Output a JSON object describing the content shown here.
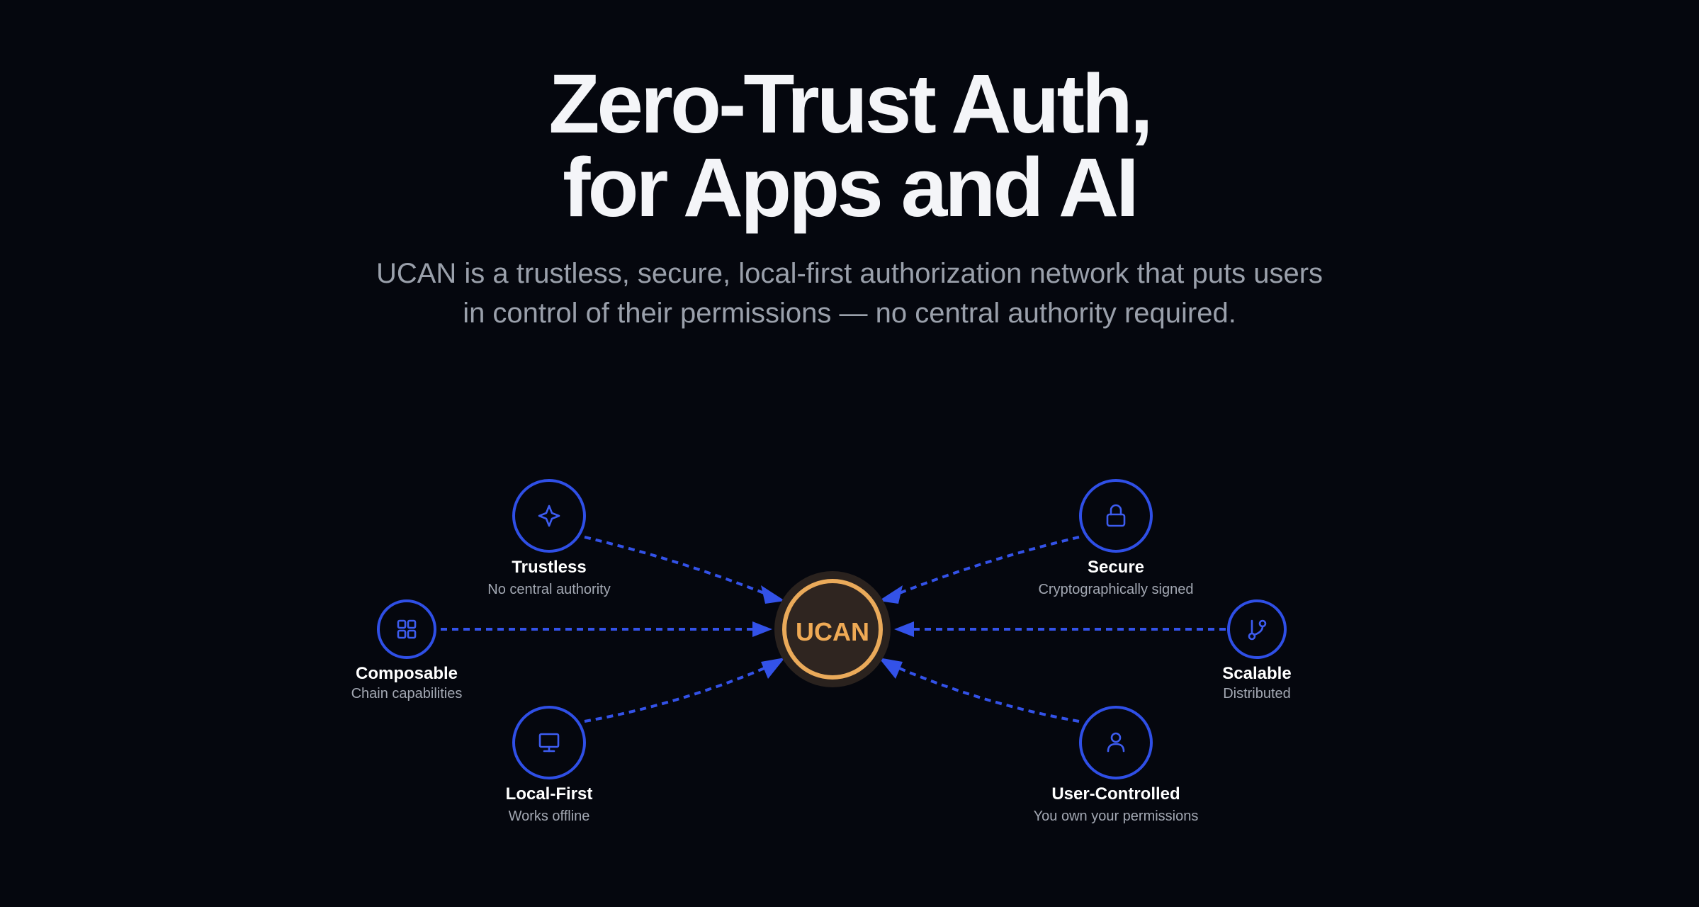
{
  "hero": {
    "title_line1": "Zero-Trust Auth,",
    "title_line2": "for Apps and AI",
    "subtitle_line1": "UCAN is a trustless, secure, local-first authorization network that puts users",
    "subtitle_line2": "in control of their permissions — no central authority required."
  },
  "diagram": {
    "hub": {
      "label": "UCAN"
    },
    "nodes": [
      {
        "id": "trustless",
        "label": "Trustless",
        "desc": "No central authority",
        "icon": "sparkle-icon"
      },
      {
        "id": "secure",
        "label": "Secure",
        "desc": "Cryptographically signed",
        "icon": "lock-icon"
      },
      {
        "id": "composable",
        "label": "Composable",
        "desc": "Chain capabilities",
        "icon": "grid-icon"
      },
      {
        "id": "scalable",
        "label": "Scalable",
        "desc": "Distributed",
        "icon": "branch-icon"
      },
      {
        "id": "local-first",
        "label": "Local-First",
        "desc": "Works offline",
        "icon": "monitor-icon"
      },
      {
        "id": "user-controlled",
        "label": "User-Controlled",
        "desc": "You own your permissions",
        "icon": "user-icon"
      }
    ]
  },
  "colors": {
    "background": "#05070e",
    "accent_blue": "#3352e8",
    "hub_orange": "#eaaa5a"
  }
}
